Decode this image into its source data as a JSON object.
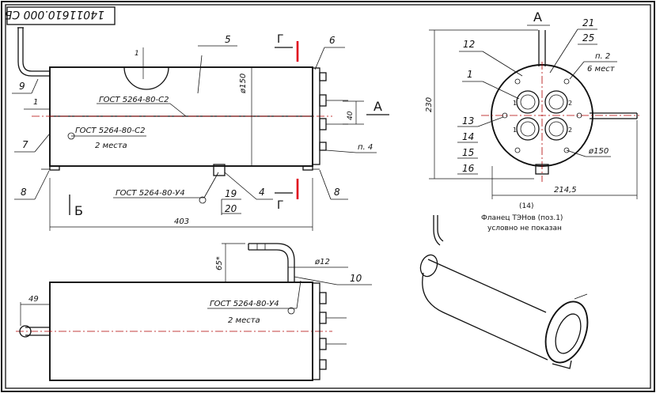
{
  "title_stamp": {
    "code": "14011610.000 СБ"
  },
  "front_view": {
    "positions": [
      "5",
      "6",
      "9",
      "1",
      "7",
      "8",
      "8",
      "4",
      "19",
      "20"
    ],
    "gost_c2_top": "ГОСТ 5264-80-С2",
    "gost_c2": "ГОСТ 5264-80-С2",
    "qty_2": "2 места",
    "gost_u4": "ГОСТ 5264-80-У4",
    "dim_small": "1",
    "dim_gap": "1",
    "dim_diameter": "ø150",
    "dim_40": "40",
    "dim_length": "403",
    "note_p4": "п. 4",
    "section_g": "Г",
    "section_g2": "Г",
    "view_a": "А",
    "view_b": "Б"
  },
  "side_view": {
    "view_label": "А",
    "positions": [
      "21",
      "25",
      "12",
      "1",
      "13",
      "14",
      "15",
      "16"
    ],
    "note_p2": "п. 2",
    "note_6": "6 мест",
    "dim_height": "230",
    "dim_diameter": "ø150",
    "dim_width": "214,5",
    "dim_ref": "(14)",
    "flange_note_1": "Фланец ТЭНов (поз.1)",
    "flange_note_2": "условно не показан",
    "heater_labels": [
      "1",
      "2",
      "1",
      "2"
    ]
  },
  "plan_view": {
    "dim_49": "49",
    "dim_65": "65*",
    "dim_d12": "ø12",
    "position": "10",
    "gost_u4": "ГОСТ 5264-80-У4",
    "qty_2": "2 места"
  }
}
